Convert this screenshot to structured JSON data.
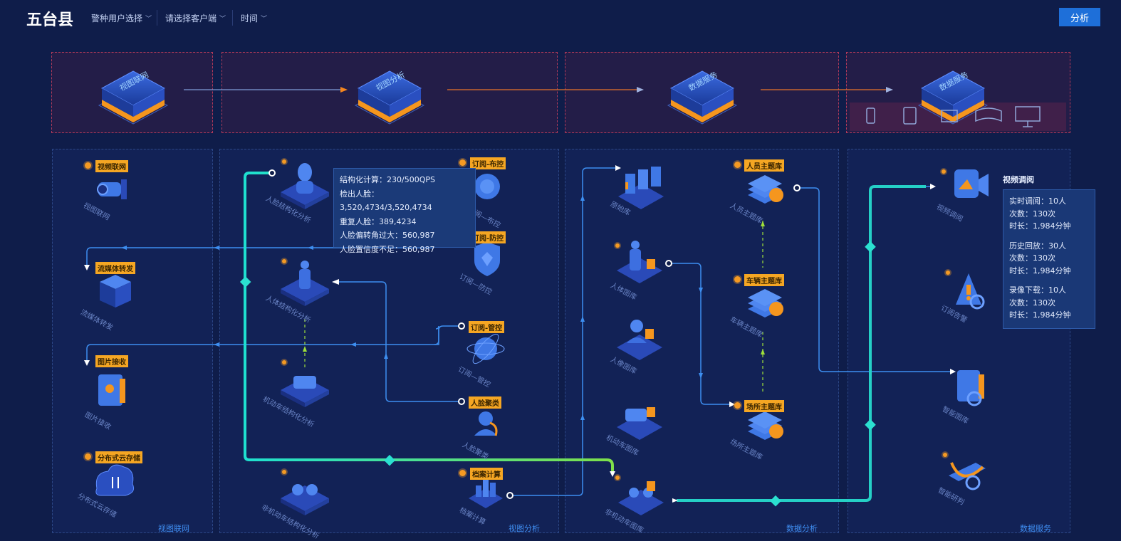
{
  "header": {
    "title": "五台县",
    "filter_user": "警种用户选择",
    "filter_client": "请选择客户端",
    "filter_time": "时间",
    "analyze_button": "分析"
  },
  "pipeline": [
    {
      "label": "视图联网"
    },
    {
      "label": "视图分析"
    },
    {
      "label": "数据服务"
    },
    {
      "label": "数据服务"
    }
  ],
  "panels": {
    "p1": "视图联网",
    "p2": "视图分析",
    "p3": "数据分析",
    "p4": "数据服务"
  },
  "nodes": {
    "video_network": {
      "tag": "视频联网",
      "caption": "视图联网"
    },
    "stream_forward": {
      "tag": "流媒体转发",
      "caption": "流媒体转发"
    },
    "image_receive": {
      "tag": "图片接收",
      "caption": "图片接收"
    },
    "distributed_storage": {
      "tag": "分布式云存储",
      "caption": "分布式云存储"
    },
    "face_struct": {
      "caption": "人脸结构化分析"
    },
    "body_struct": {
      "caption": "人体结构化分析"
    },
    "vehicle_struct": {
      "caption": "机动车结构化分析"
    },
    "nonvehicle_struct": {
      "caption": "非机动车结构化分析"
    },
    "sub_deploy": {
      "tag": "订阅-布控",
      "caption": "订阅—布控"
    },
    "sub_control": {
      "tag": "订阅-防控",
      "caption": "订阅—防控"
    },
    "sub_manage": {
      "tag": "订阅-管控",
      "caption": "订阅—管控"
    },
    "face_cluster": {
      "tag": "人脸聚类",
      "caption": "人脸聚类"
    },
    "archive_calc": {
      "tag": "档案计算",
      "caption": "档案计算"
    },
    "scene_lib": {
      "caption": "原始库"
    },
    "body_lib": {
      "caption": "人体图库"
    },
    "face_lib": {
      "caption": "人像图库"
    },
    "vehicle_lib": {
      "caption": "机动车图库"
    },
    "nonvehicle_lib": {
      "caption": "非机动车图库"
    },
    "person_theme": {
      "tag": "人员主题库",
      "caption": "人员主题库"
    },
    "vehicle_theme": {
      "tag": "车辆主题库",
      "caption": "车辆主题库"
    },
    "place_theme": {
      "tag": "场所主题库",
      "caption": "场所主题库"
    },
    "video_call": {
      "caption": "视频调阅"
    },
    "sub_alarm": {
      "caption": "订阅告警"
    },
    "smart_img": {
      "caption": "智能图库"
    },
    "smart_judge": {
      "caption": "智能研判"
    }
  },
  "analysis_popup": {
    "line1": "结构化计算：230/500QPS",
    "line2": "检出人脸：3,520,4734/3,520,4734",
    "line3": "重复人脸：389,4234",
    "line4": "人脸偏转角过大：560,987",
    "line5": "人脸置信度不足：560,987"
  },
  "video_popup": {
    "title": "视频调阅",
    "realtime": "实时调阅：10人",
    "realtime_count": "次数：130次",
    "realtime_dur": "时长：1,984分钟",
    "history": "历史回放：30人",
    "history_count": "次数：130次",
    "history_dur": "时长：1,984分钟",
    "download": "录像下载：10人",
    "download_count": "次数：130次",
    "download_dur": "时长：1,984分钟"
  },
  "colors": {
    "background": "#0f1d4a",
    "accent": "#1e6fd9",
    "tag": "#f5a623",
    "flow": "#2bd6c8"
  }
}
